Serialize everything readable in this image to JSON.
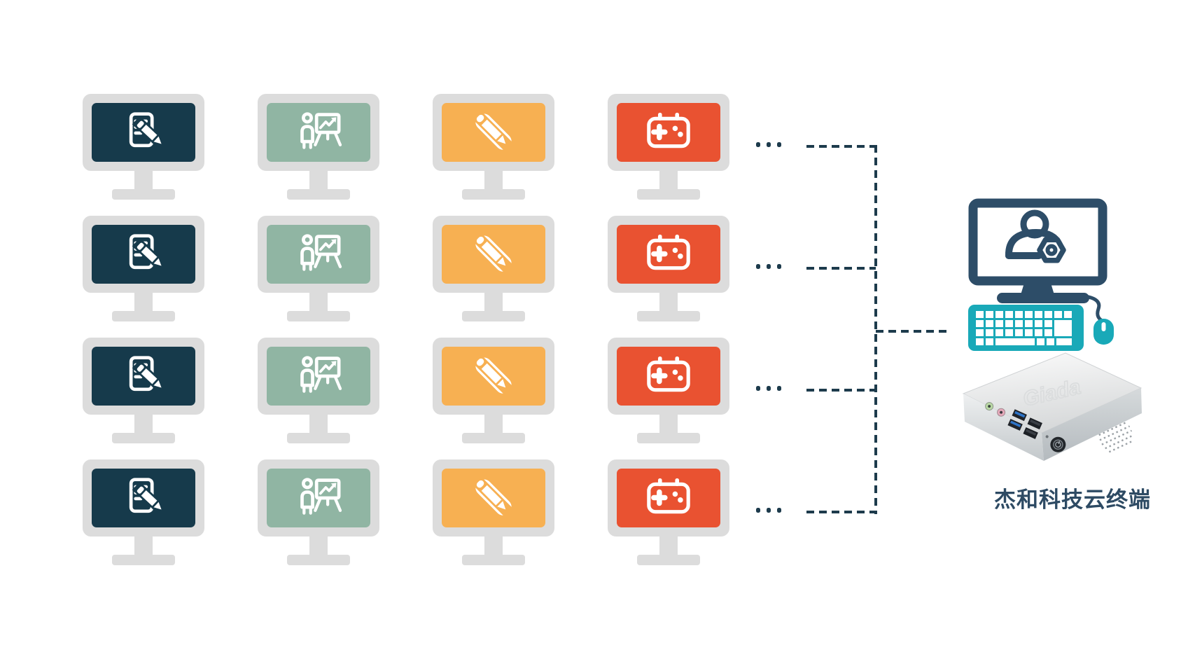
{
  "colors": {
    "monitor_frame": "#dcdcdc",
    "connector": "#1d3b4c",
    "terminal_navy": "#2d4d68",
    "teal": "#19a9b8",
    "label_navy": "#2d4a63"
  },
  "grid": {
    "rows": 4,
    "columns": [
      {
        "name": "office-documents",
        "icon": "document-edit-icon",
        "screen_color": "#163a4b"
      },
      {
        "name": "presentation-training",
        "icon": "presentation-icon",
        "screen_color": "#90b5a3"
      },
      {
        "name": "design-tools",
        "icon": "ruler-pencil-icon",
        "screen_color": "#f7b052"
      },
      {
        "name": "gaming",
        "icon": "gamepad-icon",
        "screen_color": "#e95231"
      }
    ]
  },
  "connector": {
    "ellipsis": "...",
    "ellipsis_rows": 4
  },
  "terminal": {
    "label": "杰和科技云终端",
    "device_logo": "Giada"
  }
}
